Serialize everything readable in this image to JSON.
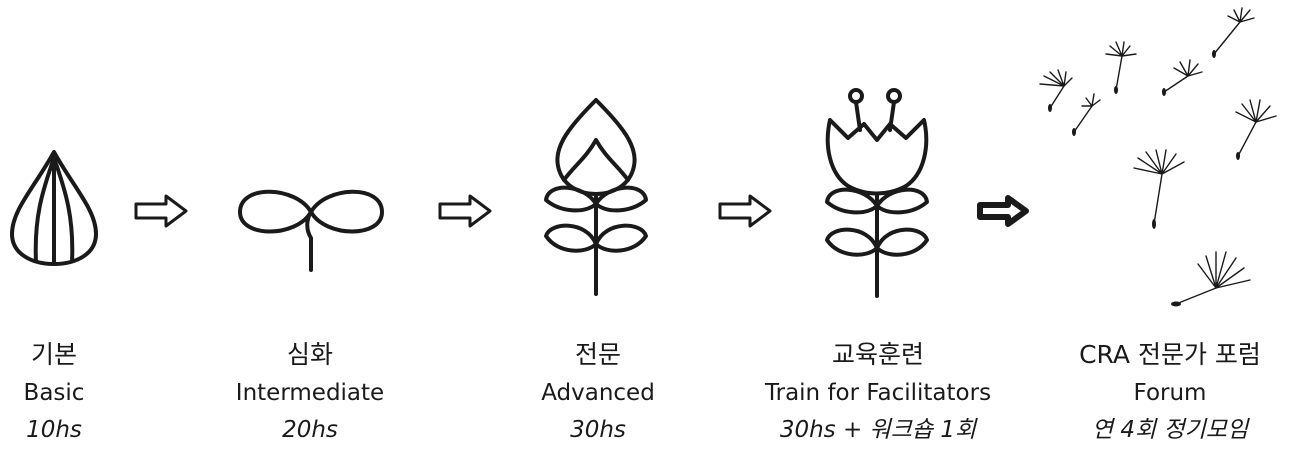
{
  "stages": [
    {
      "kr": "기본",
      "en": "Basic",
      "hours": "10hs",
      "icon": "seed-icon"
    },
    {
      "kr": "심화",
      "en": "Intermediate",
      "hours": "20hs",
      "icon": "sprout-icon"
    },
    {
      "kr": "전문",
      "en": "Advanced",
      "hours": "30hs",
      "icon": "bud-icon"
    },
    {
      "kr": "교육훈련",
      "en": "Train for Facilitators",
      "hours": "30hs + 워크숍 1회",
      "icon": "flower-icon"
    },
    {
      "kr": "CRA 전문가 포럼",
      "en": "Forum",
      "hours": "연 4회 정기모임",
      "icon": "dandelion-seeds-icon"
    }
  ],
  "colors": {
    "stroke": "#1a1a1a",
    "background": "#ffffff"
  }
}
